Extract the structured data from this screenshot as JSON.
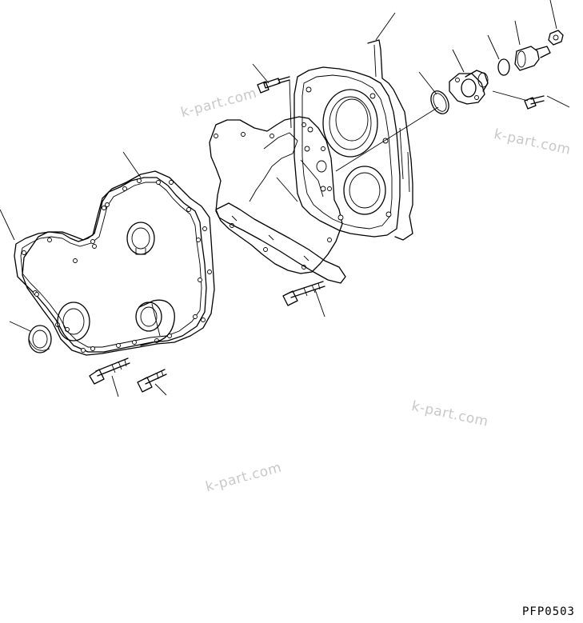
{
  "watermarks": [
    "k-part.com",
    "k-part.com",
    "k-part.com",
    "k-part.com"
  ],
  "drawing_code": "PFP0503",
  "parts": [
    {
      "name": "front-gear-cover-gasket"
    },
    {
      "name": "front-gear-cover"
    },
    {
      "name": "crankshaft-oil-seal"
    },
    {
      "name": "cover-plug"
    },
    {
      "name": "cover-bolt-long"
    },
    {
      "name": "cover-bolt-short"
    },
    {
      "name": "gear-housing"
    },
    {
      "name": "housing-gasket"
    },
    {
      "name": "housing-bolt"
    },
    {
      "name": "housing-flange-bolt"
    },
    {
      "name": "o-ring-large"
    },
    {
      "name": "adapter-flange"
    },
    {
      "name": "o-ring-small"
    },
    {
      "name": "fitting"
    },
    {
      "name": "nut"
    },
    {
      "name": "flange-bolt"
    }
  ]
}
